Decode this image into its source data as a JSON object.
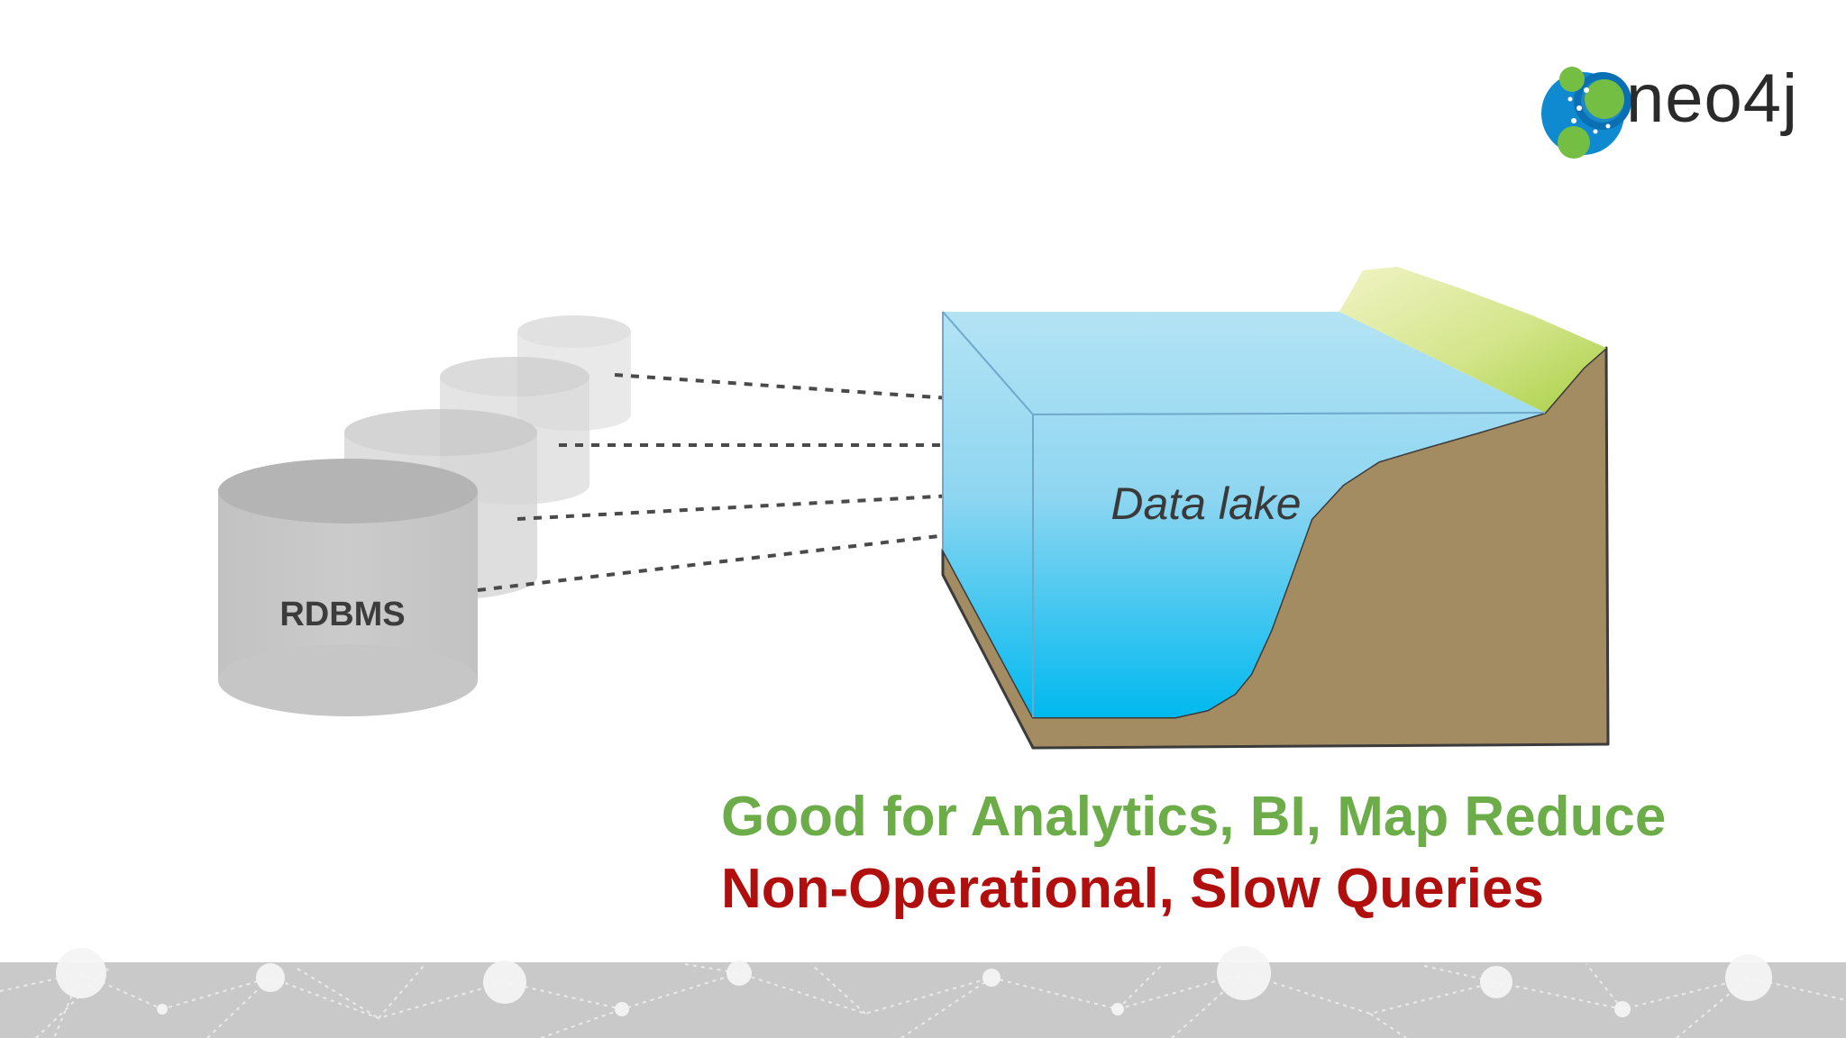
{
  "logo": {
    "text": "neo4j",
    "icon": "neo4j-graph-logo-icon"
  },
  "diagram": {
    "source_label": "RDBMS",
    "target_label": "Data lake"
  },
  "captions": {
    "good": "Good for Analytics, BI, Map Reduce",
    "bad": "Non-Operational, Slow Queries"
  },
  "colors": {
    "good": "#6cad4a",
    "bad": "#b10e0e",
    "water_top": "#aee2f3",
    "water_bottom": "#00b8ee",
    "earth": "#a38b62",
    "grass": "#c3dd6a",
    "cylinder": "#c6c6c6",
    "footer_band": "#c8c8c8"
  }
}
